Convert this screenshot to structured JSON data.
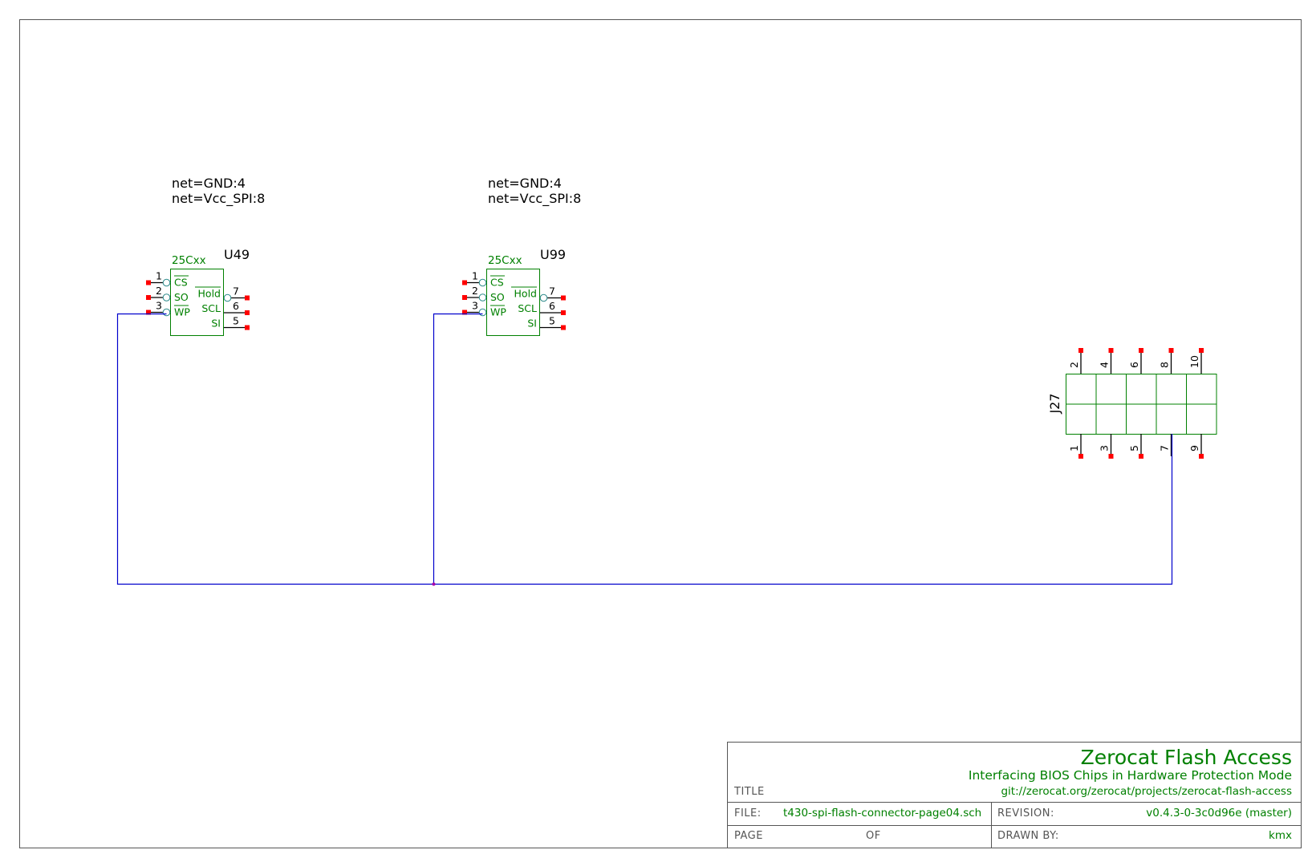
{
  "chips": [
    {
      "refdes": "U49",
      "device": "25Cxx",
      "attributes": [
        "net=GND:4",
        "net=Vcc_SPI:8"
      ],
      "left_pins": [
        {
          "num": "1",
          "name": "CS",
          "overbar": true
        },
        {
          "num": "2",
          "name": "SO",
          "overbar": false
        },
        {
          "num": "3",
          "name": "WP",
          "overbar": true
        }
      ],
      "right_pins": [
        {
          "num": "7",
          "name": "Hold",
          "overbar": true
        },
        {
          "num": "6",
          "name": "SCL",
          "overbar": false
        },
        {
          "num": "5",
          "name": "SI",
          "overbar": false
        }
      ]
    },
    {
      "refdes": "U99",
      "device": "25Cxx",
      "attributes": [
        "net=GND:4",
        "net=Vcc_SPI:8"
      ],
      "left_pins": [
        {
          "num": "1",
          "name": "CS",
          "overbar": true
        },
        {
          "num": "2",
          "name": "SO",
          "overbar": false
        },
        {
          "num": "3",
          "name": "WP",
          "overbar": true
        }
      ],
      "right_pins": [
        {
          "num": "7",
          "name": "Hold",
          "overbar": true
        },
        {
          "num": "6",
          "name": "SCL",
          "overbar": false
        },
        {
          "num": "5",
          "name": "SI",
          "overbar": false
        }
      ]
    }
  ],
  "connector": {
    "refdes": "J27",
    "top_pins": [
      "2",
      "4",
      "6",
      "8",
      "10"
    ],
    "bottom_pins": [
      "1",
      "3",
      "5",
      "7",
      "9"
    ]
  },
  "title_block": {
    "title": "Zerocat Flash Access",
    "subtitle": "Interfacing BIOS Chips in Hardware Protection Mode",
    "url": "git://zerocat.org/zerocat/projects/zerocat-flash-access",
    "title_label": "TITLE",
    "file_label": "FILE:",
    "file": "t430-spi-flash-connector-page04.sch",
    "revision_label": "REVISION:",
    "revision": "v0.4.3-0-3c0d96e (master)",
    "page_label": "PAGE",
    "of_label": "OF",
    "drawn_by_label": "DRAWN BY:",
    "drawn_by": "kmx"
  },
  "colors": {
    "component": "#008000",
    "net": "#0000cc",
    "pin_end": "#ff0000",
    "frame": "#555555",
    "junction": "#aa00aa"
  }
}
